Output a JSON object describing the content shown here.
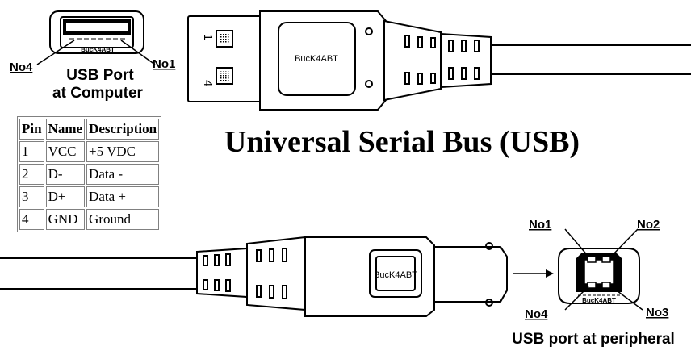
{
  "title": "Universal Serial Bus (USB)",
  "brand": "BucK4ABT",
  "host_port": {
    "caption_line1": "USB  Port",
    "caption_line2": "at Computer",
    "pin_left": "No4",
    "pin_right": "No1"
  },
  "plug_a": {
    "pin_top": "1",
    "pin_bottom": "4"
  },
  "peripheral_port": {
    "caption": "USB  port  at peripheral",
    "pins": [
      "No1",
      "No2",
      "No4",
      "No3"
    ]
  },
  "pinout_table": {
    "headers": [
      "Pin",
      "Name",
      "Description"
    ],
    "rows": [
      [
        "1",
        "VCC",
        "+5 VDC"
      ],
      [
        "2",
        "D-",
        "Data -"
      ],
      [
        "3",
        "D+",
        "Data +"
      ],
      [
        "4",
        "GND",
        "Ground"
      ]
    ]
  }
}
